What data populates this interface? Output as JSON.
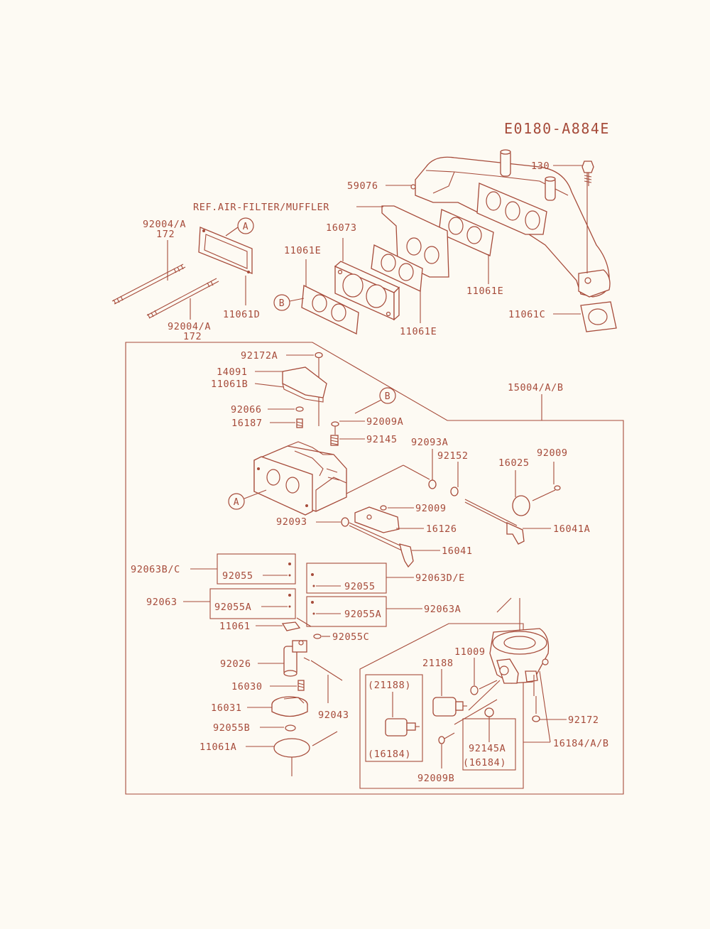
{
  "diagram_code": "E0180-A884E",
  "refs": {
    "a": "A",
    "b": "B"
  },
  "labels": {
    "l130": "130",
    "l59076": "59076",
    "lref": "REF.AIR-FILTER/MUFFLER",
    "l16073": "16073",
    "l92004a_top": "92004/A",
    "l172_top": "172",
    "l11061e_a": "11061E",
    "l11061d": "11061D",
    "l92004a_bot": "92004/A",
    "l172_bot": "172",
    "l11061e_b": "11061E",
    "l11061e_c": "11061E",
    "l11061c": "11061C",
    "l92172a": "92172A",
    "l14091": "14091",
    "l11061b": "11061B",
    "l15004": "15004/A/B",
    "l92066": "92066",
    "l16187": "16187",
    "l92009a": "92009A",
    "l92145": "92145",
    "l92093a": "92093A",
    "l92152": "92152",
    "l16025": "16025",
    "l92009_r": "92009",
    "l92009_m": "92009",
    "l16041a": "16041A",
    "l92093": "92093",
    "l16126": "16126",
    "l16041": "16041",
    "l92063bc": "92063B/C",
    "l92055_a": "92055",
    "l92055_b": "92055",
    "l92063de": "92063D/E",
    "l92063": "92063",
    "l92055a_a": "92055A",
    "l92055a_b": "92055A",
    "l92063a": "92063A",
    "l11061": "11061",
    "l92055c": "92055C",
    "l11009": "11009",
    "l21188": "21188",
    "l21188_p": "(21188)",
    "l92026": "92026",
    "l16030": "16030",
    "l92043": "92043",
    "l16031": "16031",
    "l92172": "92172",
    "l92055b": "92055B",
    "l11061a": "11061A",
    "l92145a": "92145A",
    "l16184_p": "(16184)",
    "l16184_p2": "(16184)",
    "l16184ab": "16184/A/B",
    "l92009b": "92009B"
  },
  "colors": {
    "line": "#a64b3a",
    "paper": "#fdfaf3"
  }
}
